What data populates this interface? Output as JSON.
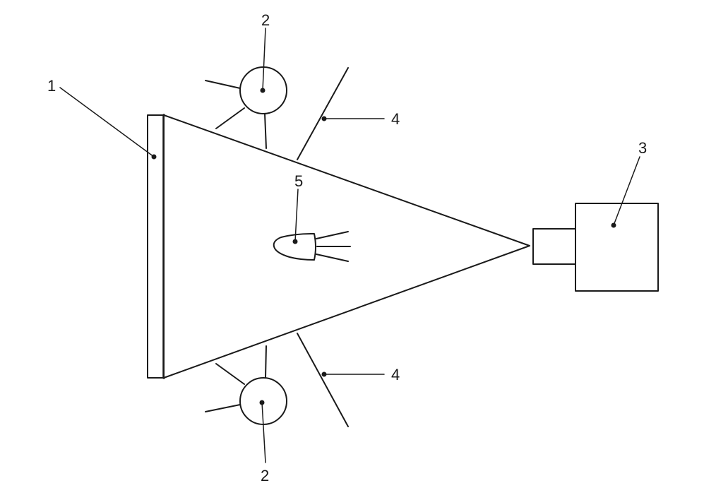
{
  "colors": {
    "line": "#1a1a1a",
    "background": "#ffffff"
  },
  "labels": {
    "screen": "1",
    "top_lamp": "2",
    "bottom_lamp": "2",
    "camera": "3",
    "top_reflector": "4",
    "bottom_reflector": "4",
    "object": "5"
  }
}
